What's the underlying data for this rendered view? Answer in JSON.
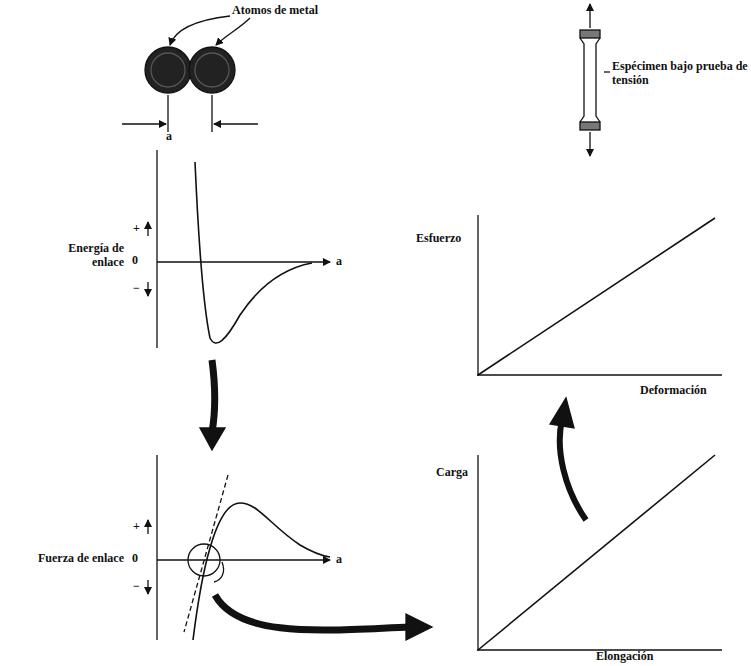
{
  "diagram": {
    "labels": [
      "Atomos de metal",
      "a",
      "Espécimen bajo prueba de tensión",
      "Energía de enlace",
      "+",
      "0",
      "−",
      "a",
      "Esfuerzo",
      "Deformación",
      "Fuerza de enlace",
      "+",
      "0",
      "−",
      "a",
      "Carga",
      "Elongación"
    ]
  }
}
